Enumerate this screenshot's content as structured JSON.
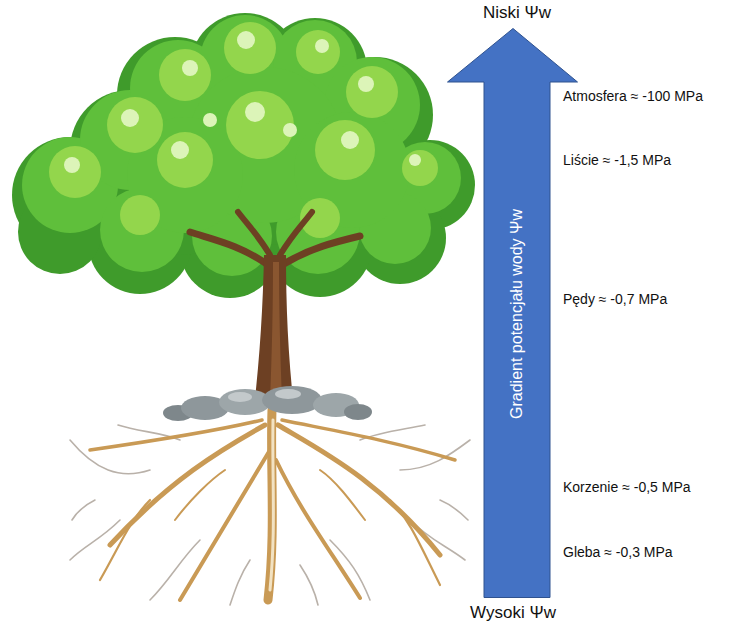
{
  "diagram": {
    "nodes": [
      {
        "text": [
          "Gradient potencjału wody Ψw"
        ]
      }
    ],
    "labels": [
      "Niski Ψw",
      "Atmosfera ≈ -100 MPa",
      "Liście ≈ -1,5 MPa",
      "Pędy ≈ -0,7 MPa",
      "Korzenie ≈ -0,5 MPa",
      "Gleba ≈ -0,3 MPa",
      "Wysoki Ψw"
    ]
  }
}
